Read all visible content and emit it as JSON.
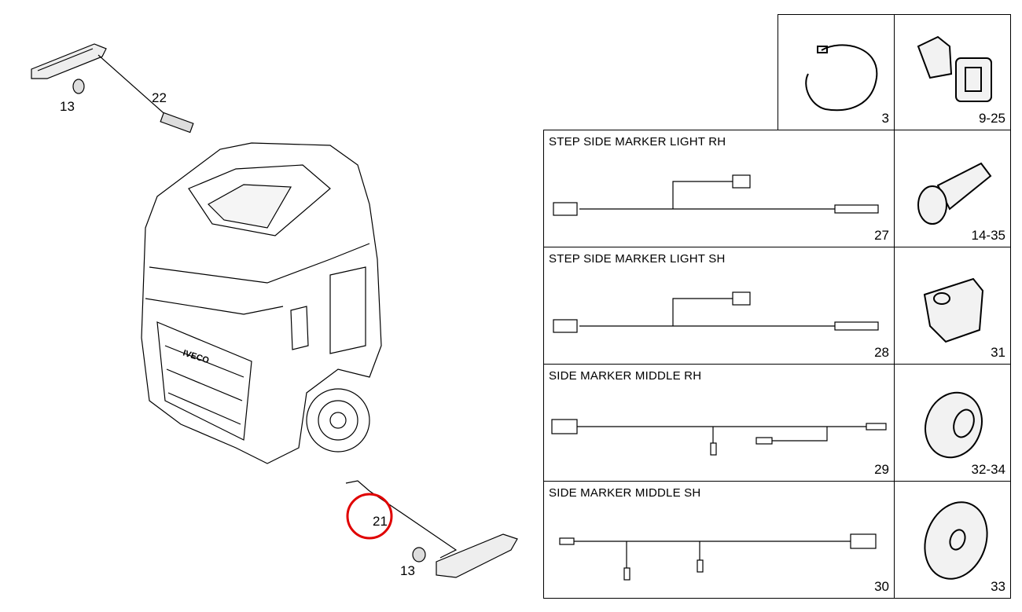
{
  "main_diagram": {
    "callouts": [
      {
        "label": "13"
      },
      {
        "label": "22"
      },
      {
        "label": "21",
        "highlighted": true
      },
      {
        "label": "13"
      }
    ],
    "highlight_color": "#e00000"
  },
  "parts_grid": {
    "top_row": [
      {
        "number": "3",
        "icon": "cable-tie-icon"
      },
      {
        "number": "9-25",
        "icon": "push-clip-icon"
      }
    ],
    "panels": [
      {
        "title": "STEP SIDE MARKER LIGHT RH",
        "number": "27",
        "side_number": "14-35",
        "side_icon": "torx-bolt-icon"
      },
      {
        "title": "STEP SIDE MARKER LIGHT SH",
        "number": "28",
        "side_number": "31",
        "side_icon": "clip-nut-icon"
      },
      {
        "title": "SIDE MARKER MIDDLE RH",
        "number": "29",
        "side_number": "32-34",
        "side_icon": "flange-nut-icon"
      },
      {
        "title": "SIDE MARKER MIDDLE SH",
        "number": "30",
        "side_number": "33",
        "side_icon": "washer-icon"
      }
    ]
  }
}
